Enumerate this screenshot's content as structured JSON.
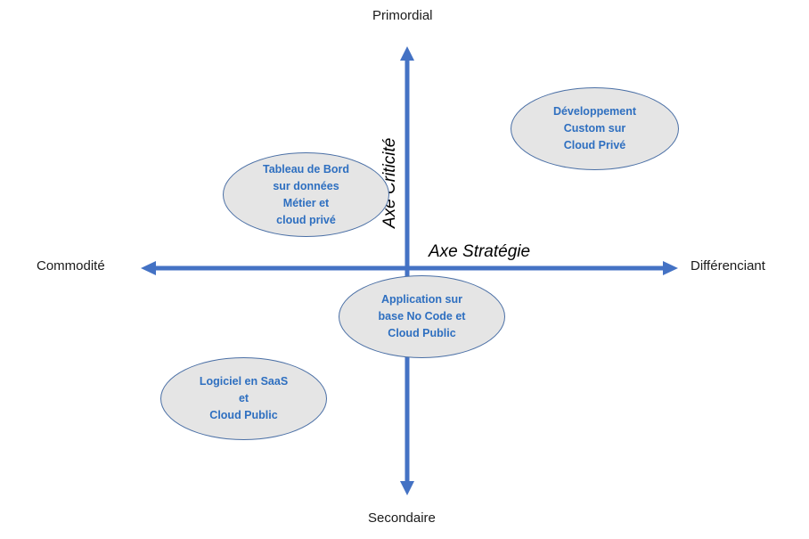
{
  "poles": {
    "top": "Primordial",
    "bottom": "Secondaire",
    "left": "Commodité",
    "right": "Différenciant"
  },
  "axes": {
    "horizontal_title": "Axe Stratégie",
    "vertical_title": "Axe Criticité",
    "color": "#4472c4"
  },
  "bubbles": [
    {
      "text": "Développement\nCustom sur\nCloud Privé"
    },
    {
      "text": "Tableau de Bord\nsur données\nMétier et\ncloud privé"
    },
    {
      "text": "Application sur\nbase No Code et\nCloud Public"
    },
    {
      "text": "Logiciel en SaaS\net\nCloud Public"
    }
  ],
  "colors": {
    "bubble_fill": "#e5e5e5",
    "bubble_text": "#2e6fc0"
  }
}
